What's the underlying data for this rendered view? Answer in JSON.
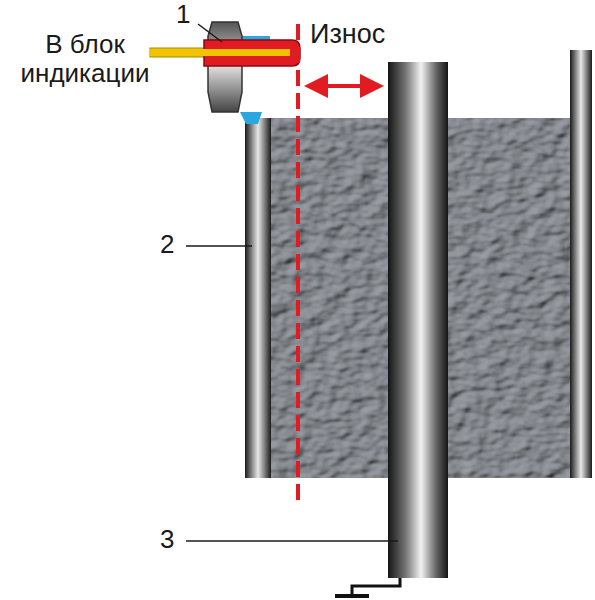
{
  "diagram": {
    "labels": [
      "1",
      "В блок индикации",
      "Износ",
      "2",
      "3"
    ]
  }
}
